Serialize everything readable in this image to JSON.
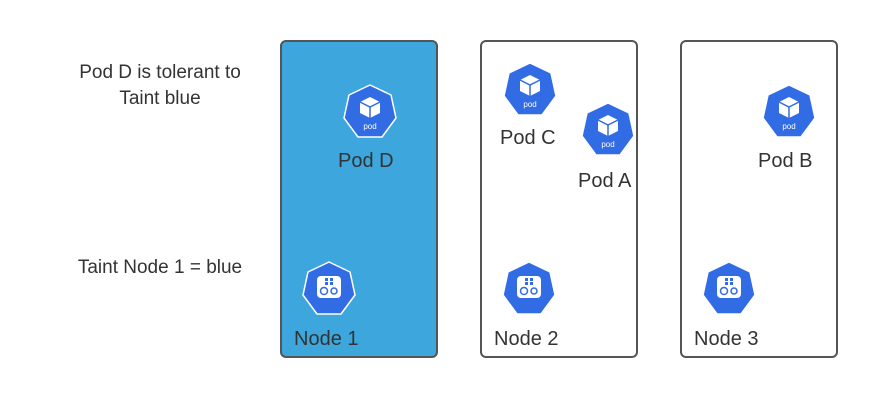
{
  "colors": {
    "node_highlight_fill": "#3ca6dd",
    "kube_blue": "#326ce5",
    "border": "#555555",
    "text": "#333333"
  },
  "captions": {
    "tolerant_line1": "Pod D is tolerant to",
    "tolerant_line2": "Taint blue",
    "taint": "Taint Node 1 = blue"
  },
  "nodes": [
    {
      "label": "Node 1",
      "icon": "kubernetes-node-icon",
      "tainted": true,
      "highlight": "blue"
    },
    {
      "label": "Node 2",
      "icon": "kubernetes-node-icon",
      "tainted": false
    },
    {
      "label": "Node 3",
      "icon": "kubernetes-node-icon",
      "tainted": false
    }
  ],
  "pods": [
    {
      "label": "Pod D",
      "icon_text": "pod",
      "node": "Node 1"
    },
    {
      "label": "Pod C",
      "icon_text": "pod",
      "node": "Node 2"
    },
    {
      "label": "Pod A",
      "icon_text": "pod",
      "node": "Node 2"
    },
    {
      "label": "Pod B",
      "icon_text": "pod",
      "node": "Node 3"
    }
  ]
}
